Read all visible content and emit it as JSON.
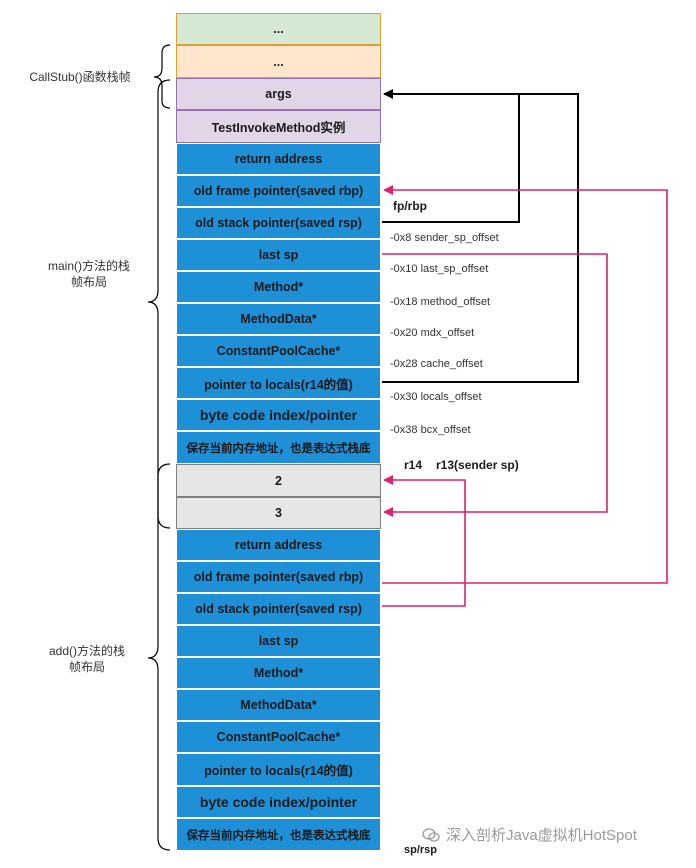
{
  "stack": {
    "top": [
      "...",
      "..."
    ],
    "callstub": [
      "args",
      "TestInvokeMethod实例"
    ],
    "main_frame": [
      "return address",
      "old frame pointer(saved rbp)",
      "old stack pointer(saved rsp)",
      "last sp",
      "Method*",
      "MethodData*",
      "ConstantPoolCache*",
      "pointer to locals(r14的值)",
      "byte code index/pointer",
      "保存当前内存地址，也是表达式栈底"
    ],
    "args_cells": [
      "2",
      "3"
    ],
    "add_frame": [
      "return address",
      "old frame pointer(saved rbp)",
      "old stack pointer(saved rsp)",
      "last sp",
      "Method*",
      "MethodData*",
      "ConstantPoolCache*",
      "pointer to locals(r14的值)",
      "byte code index/pointer",
      "保存当前内存地址，也是表达式栈底"
    ]
  },
  "brace_labels": {
    "callstub": "CallStub()函数栈帧",
    "main": [
      "main()方法的栈",
      "帧布局"
    ],
    "add": [
      "add()方法的栈",
      "帧布局"
    ]
  },
  "pointers": {
    "fp": "fp/rbp",
    "r14": "r14",
    "r13": "r13(sender sp)",
    "sp": "sp/rsp"
  },
  "offsets": [
    "-0x8  sender_sp_offset",
    "-0x10 last_sp_offset",
    "-0x18 method_offset",
    "-0x20 mdx_offset",
    "-0x28 cache_offset",
    "-0x30 locals_offset",
    "-0x38 bcx_offset"
  ],
  "colors": {
    "black_arrow": "#000000",
    "pink_arrow": "#e0206b",
    "frame_blue": "#1e90d8"
  },
  "watermark": "深入剖析Java虚拟机HotSpot"
}
